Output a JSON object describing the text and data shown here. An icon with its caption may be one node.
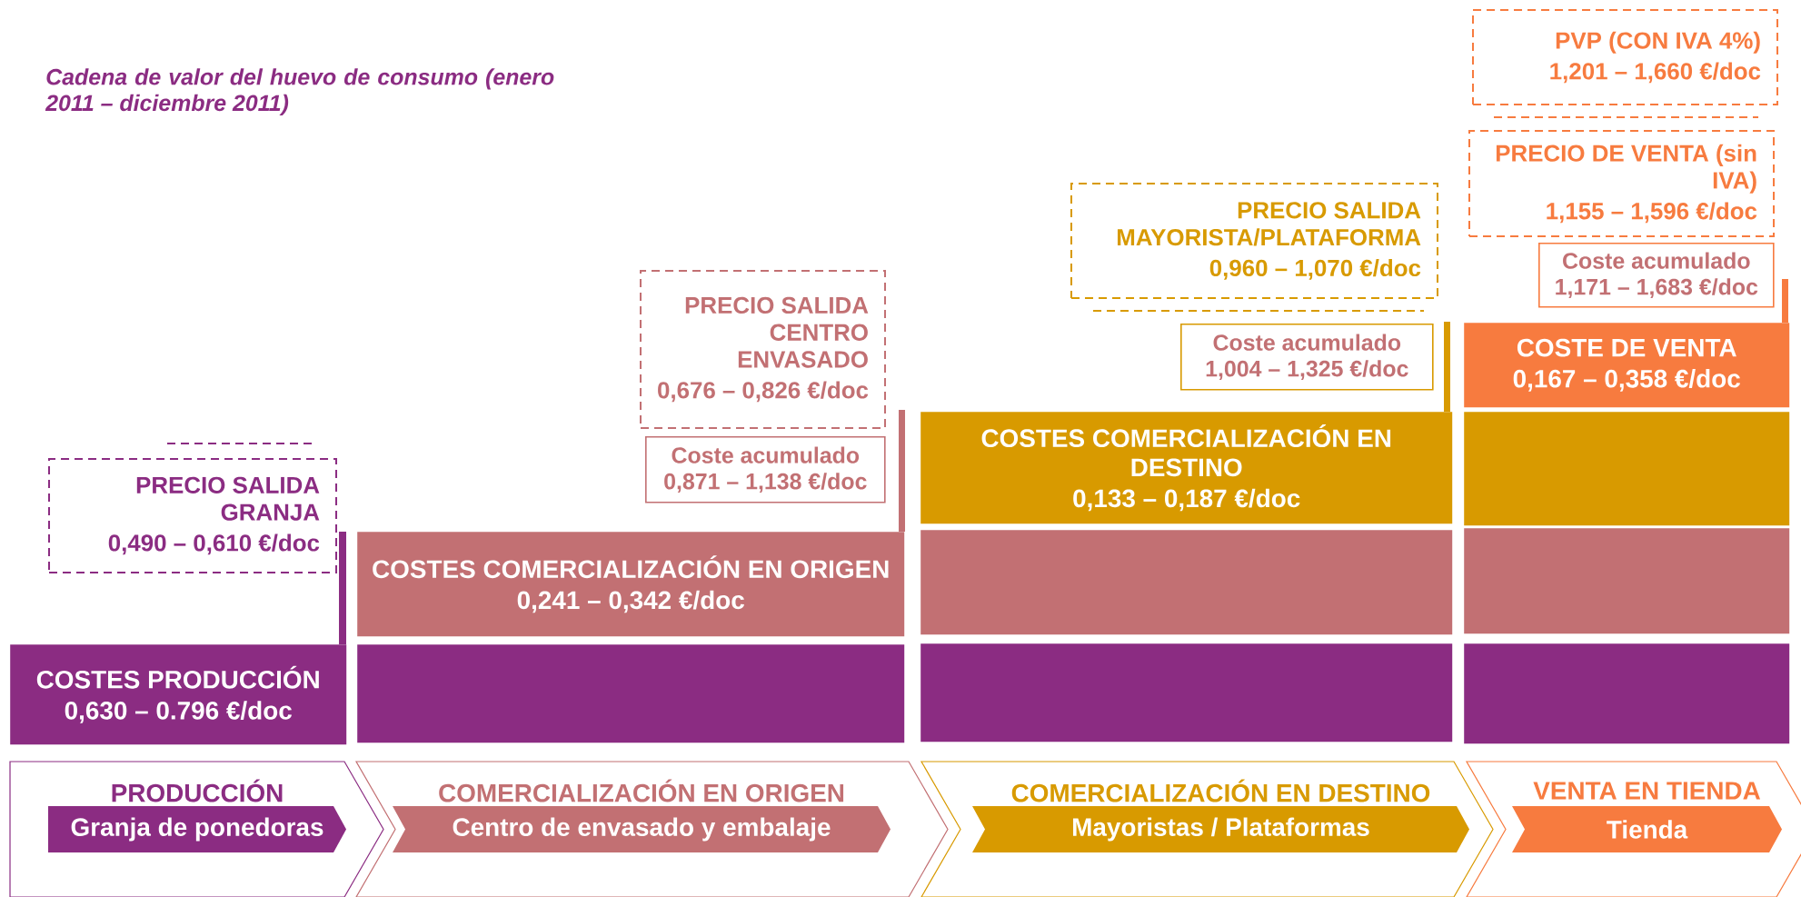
{
  "diagram": {
    "title": "Cadena de valor del huevo de consumo (enero 2011 – diciembre 2011)",
    "nodes": [
      {
        "text": [
          "PRECIO SALIDA GRANJA",
          "0,490 – 0,610 €/doc"
        ]
      },
      {
        "text": [
          "COSTES PRODUCCIÓN",
          "0,630 – 0.796 €/doc"
        ]
      },
      {
        "text": [
          "PRECIO SALIDA CENTRO ENVASADO",
          "0,676 – 0,826 €/doc"
        ]
      },
      {
        "text": [
          "Coste acumulado",
          "0,871 – 1,138 €/doc"
        ]
      },
      {
        "text": [
          "COSTES COMERCIALIZACIÓN EN ORIGEN",
          "0,241 – 0,342 €/doc"
        ]
      },
      {
        "text": [],
        "shape": "bar"
      },
      {
        "text": [
          "PRECIO SALIDA MAYORISTA/PLATAFORMA",
          "0,960 – 1,070 €/doc"
        ]
      },
      {
        "text": [
          "Coste acumulado",
          "1,004 – 1,325 €/doc"
        ]
      },
      {
        "text": [
          "COSTES COMERCIALIZACIÓN EN DESTINO",
          "0,133 – 0,187 €/doc"
        ]
      },
      {
        "text": [],
        "shape": "bar"
      },
      {
        "text": [],
        "shape": "bar"
      },
      {
        "text": [
          "PVP (CON IVA 4%)",
          "1,201 – 1,660 €/doc"
        ]
      },
      {
        "text": [
          "PRECIO DE VENTA (sin IVA)",
          "1,155 – 1,596 €/doc"
        ]
      },
      {
        "text": [
          "Coste acumulado",
          "1,171 – 1,683 €/doc"
        ]
      },
      {
        "text": [
          "COSTE DE VENTA",
          "0,167 – 0,358 €/doc"
        ]
      },
      {
        "text": [],
        "shape": "bar"
      },
      {
        "text": [],
        "shape": "bar"
      },
      {
        "text": [],
        "shape": "bar"
      },
      {
        "text": [
          "PRODUCCIÓN"
        ]
      },
      {
        "text": [
          "Granja de ponedoras"
        ],
        "in": 18
      },
      {
        "text": [
          "COMERCIALIZACIÓN EN ORIGEN"
        ]
      },
      {
        "text": [
          "Centro de envasado y embalaje"
        ],
        "in": 20
      },
      {
        "text": [
          "COMERCIALIZACIÓN EN DESTINO"
        ]
      },
      {
        "text": [
          "Mayoristas / Plataformas"
        ],
        "in": 22
      },
      {
        "text": [
          "VENTA EN TIENDA"
        ]
      },
      {
        "text": [
          "Tienda"
        ],
        "in": 24
      }
    ]
  }
}
